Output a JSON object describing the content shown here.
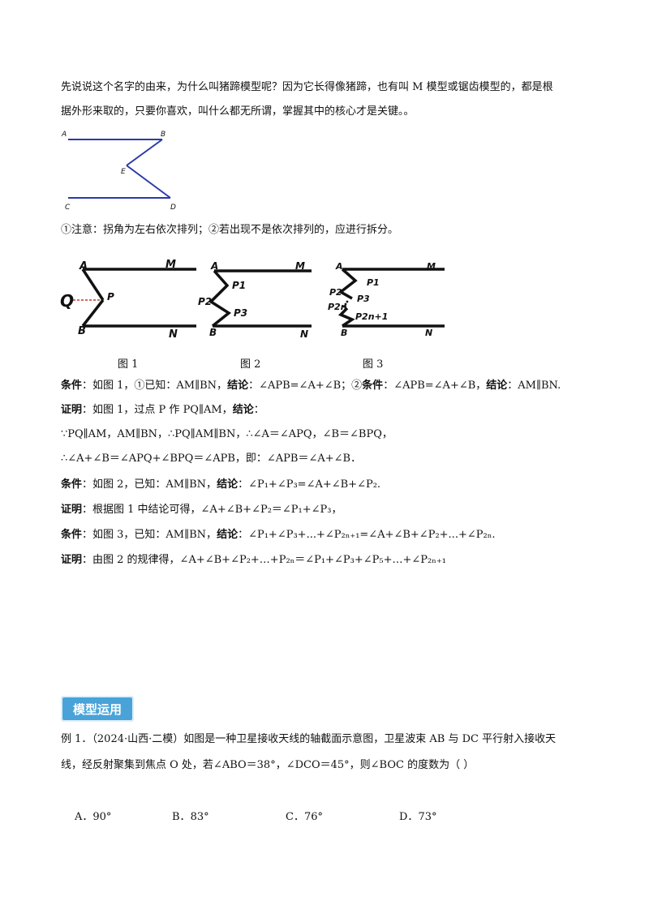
{
  "intro": {
    "line1": "先说说这个名字的由来，为什么叫猪蹄模型呢？因为它长得像猪蹄，也有叫 M 模型或锯齿模型的，都是根",
    "line2": "据外形来取的，只要你喜欢，叫什么都无所谓，掌握其中的核心才是关键。。"
  },
  "fig0": {
    "labels": [
      "A",
      "B",
      "E",
      "C",
      "D"
    ]
  },
  "note": "①注意：拐角为左右依次排列；②若出现不是依次排列的，应进行拆分。",
  "figures": {
    "fig1": {
      "caption": "图 1",
      "labels": [
        "A",
        "M",
        "Q",
        "P",
        "B",
        "N"
      ]
    },
    "fig2": {
      "caption": "图 2",
      "labels": [
        "A",
        "M",
        "P1",
        "P2",
        "P3",
        "B",
        "N"
      ]
    },
    "fig3": {
      "caption": "图 3",
      "labels": [
        "A",
        "M",
        "P1",
        "P2",
        "P3",
        "P2n",
        "P2n+1",
        "B",
        "N"
      ]
    }
  },
  "lines": [
    {
      "bold": "条件",
      "text": "：如图 1，①已知：AM∥BN，",
      "bold2": "结论",
      "text2": "：∠APB=∠A+∠B；②",
      "bold3": "条件",
      "text3": "：∠APB=∠A+∠B，",
      "bold4": "结论",
      "text4": "：AM∥BN."
    },
    {
      "bold": "证明",
      "text": "：如图 1，过点 P 作 PQ∥AM，",
      "bold2": "结论",
      "text2": "："
    },
    {
      "text": "∵PQ∥AM，AM∥BN，∴PQ∥AM∥BN，∴∠A＝∠APQ，∠B＝∠BPQ，"
    },
    {
      "text": "∴∠A+∠B＝∠APQ+∠BPQ＝∠APB，即：∠APB＝∠A+∠B．"
    },
    {
      "bold": "条件",
      "text": "：如图 2，已知：AM∥BN，",
      "bold2": "结论",
      "text2": "：∠P₁+∠P₃=∠A+∠B+∠P₂."
    },
    {
      "bold": "证明",
      "text": "：根据图 1 中结论可得，∠A+∠B+∠P₂＝∠P₁+∠P₃，"
    },
    {
      "bold": "条件",
      "text": "：如图 3，已知：AM∥BN，",
      "bold2": "结论",
      "text2": "：∠P₁+∠P₃+...+∠P₂ₙ₊₁=∠A+∠B+∠P₂+...+∠P₂ₙ."
    },
    {
      "bold": "证明",
      "text": "：由图 2 的规律得，∠A+∠B+∠P₂+…+P₂ₙ＝∠P₁+∠P₃+∠P₅+…+∠P₂ₙ₊₁"
    }
  ],
  "section_badge": "模型运用",
  "example": {
    "line1": "例 1．（2024·山西·二模）如图是一种卫星接收天线的轴截面示意图，卫星波束 AB 与 DC 平行射入接收天",
    "line2": "线，经反射聚集到焦点 O 处，若∠ABO＝38°，∠DCO＝45°，则∠BOC 的度数为（    ）"
  },
  "options": [
    {
      "letter": "A．",
      "value": "90°"
    },
    {
      "letter": "B．",
      "value": "83°"
    },
    {
      "letter": "C．",
      "value": "76°"
    },
    {
      "letter": "D．",
      "value": "73°"
    }
  ],
  "colors": {
    "badge": "#4aa3d8",
    "fig0_line": "#2a3aa8",
    "dashed": "#c0392b"
  }
}
